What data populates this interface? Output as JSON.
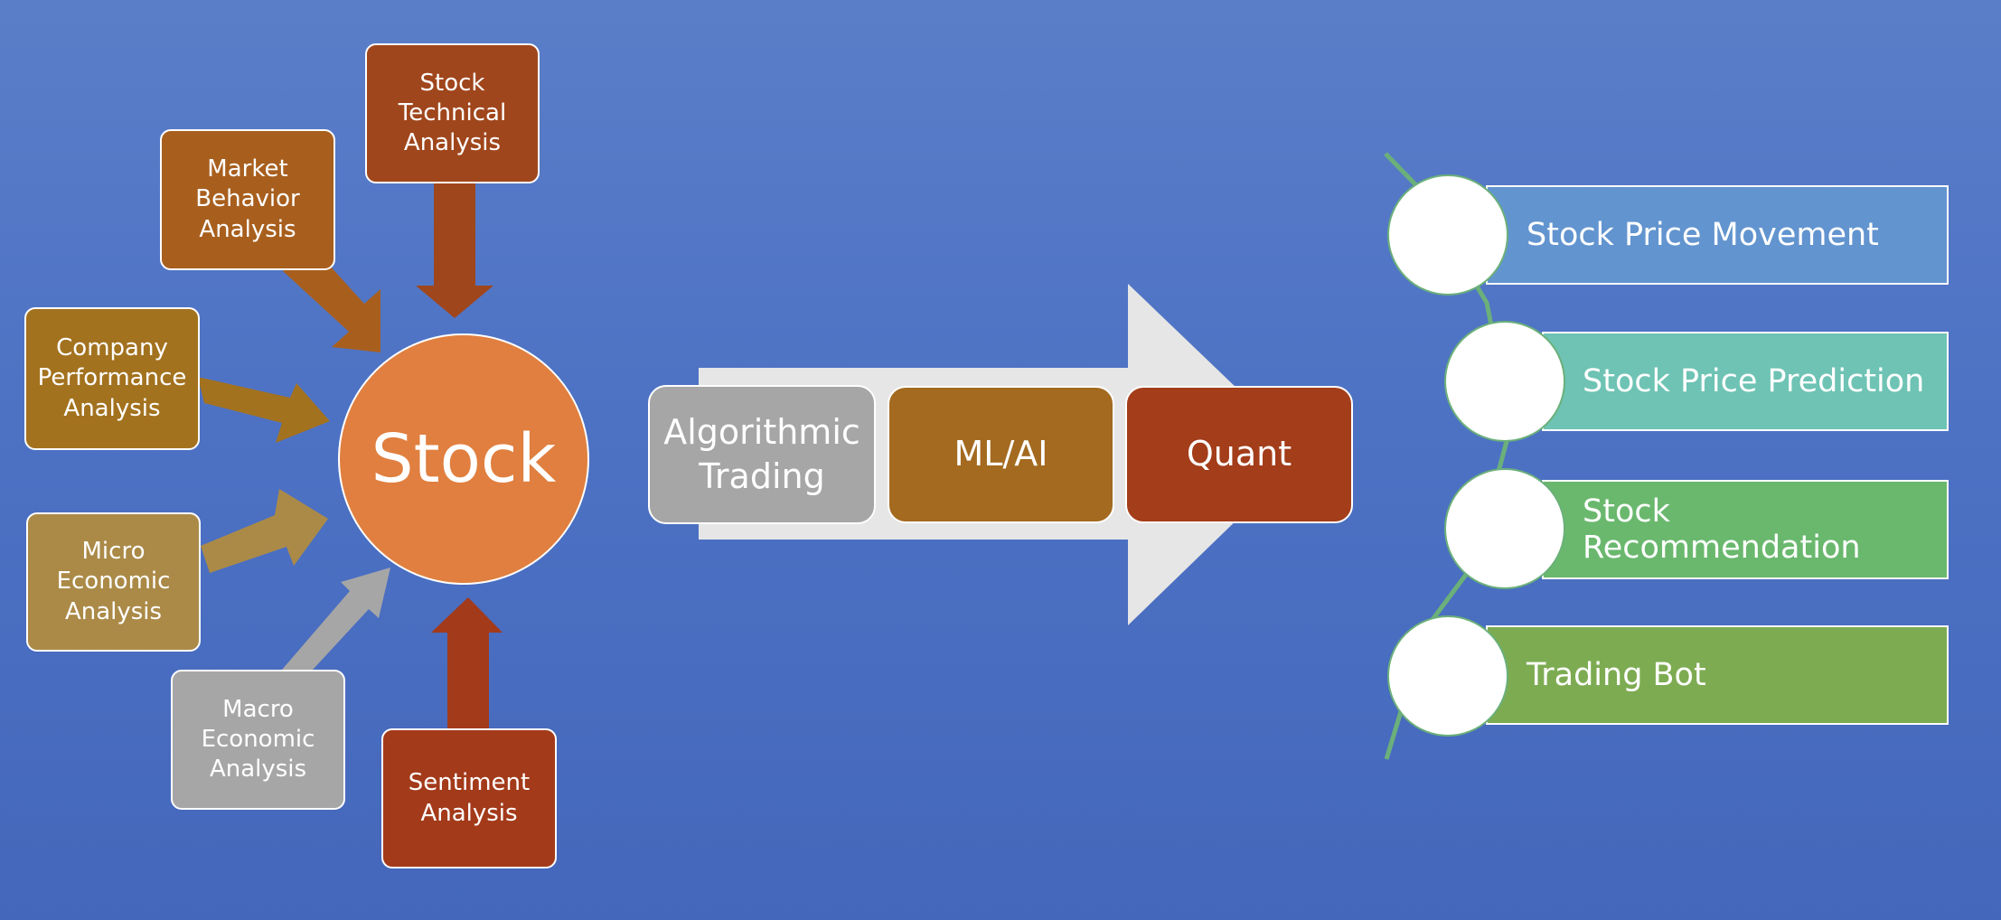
{
  "colors": {
    "background": "#4d72c4",
    "stock_circle": "#e07f3f",
    "technical": "#a0461c",
    "market_behavior": "#a85f1e",
    "company_performance": "#a3721f",
    "micro_economic": "#ab8a48",
    "macro_economic": "#a6a6a6",
    "sentiment": "#a33a1a",
    "algorithmic": "#a6a6a6",
    "mlai": "#a36a20",
    "quant": "#a33d1a",
    "stock_price_movement": "#6294cf",
    "stock_price_prediction": "#6ec3b4",
    "stock_recommendation": "#6ab86e",
    "trading_bot": "#7dab52"
  },
  "inputs": {
    "technical": "Stock\nTechnical\nAnalysis",
    "market_behavior": "Market\nBehavior\nAnalysis",
    "company_performance": "Company\nPerformance\nAnalysis",
    "micro_economic": "Micro\nEconomic\nAnalysis",
    "macro_economic": "Macro\nEconomic\nAnalysis",
    "sentiment": "Sentiment\nAnalysis"
  },
  "center": {
    "label": "Stock"
  },
  "process": {
    "algorithmic": "Algorithmic\nTrading",
    "mlai": "ML/AI",
    "quant": "Quant"
  },
  "outputs": {
    "items": [
      "Stock Price Movement",
      "Stock Price Prediction",
      "Stock Recommendation",
      "Trading Bot"
    ]
  }
}
